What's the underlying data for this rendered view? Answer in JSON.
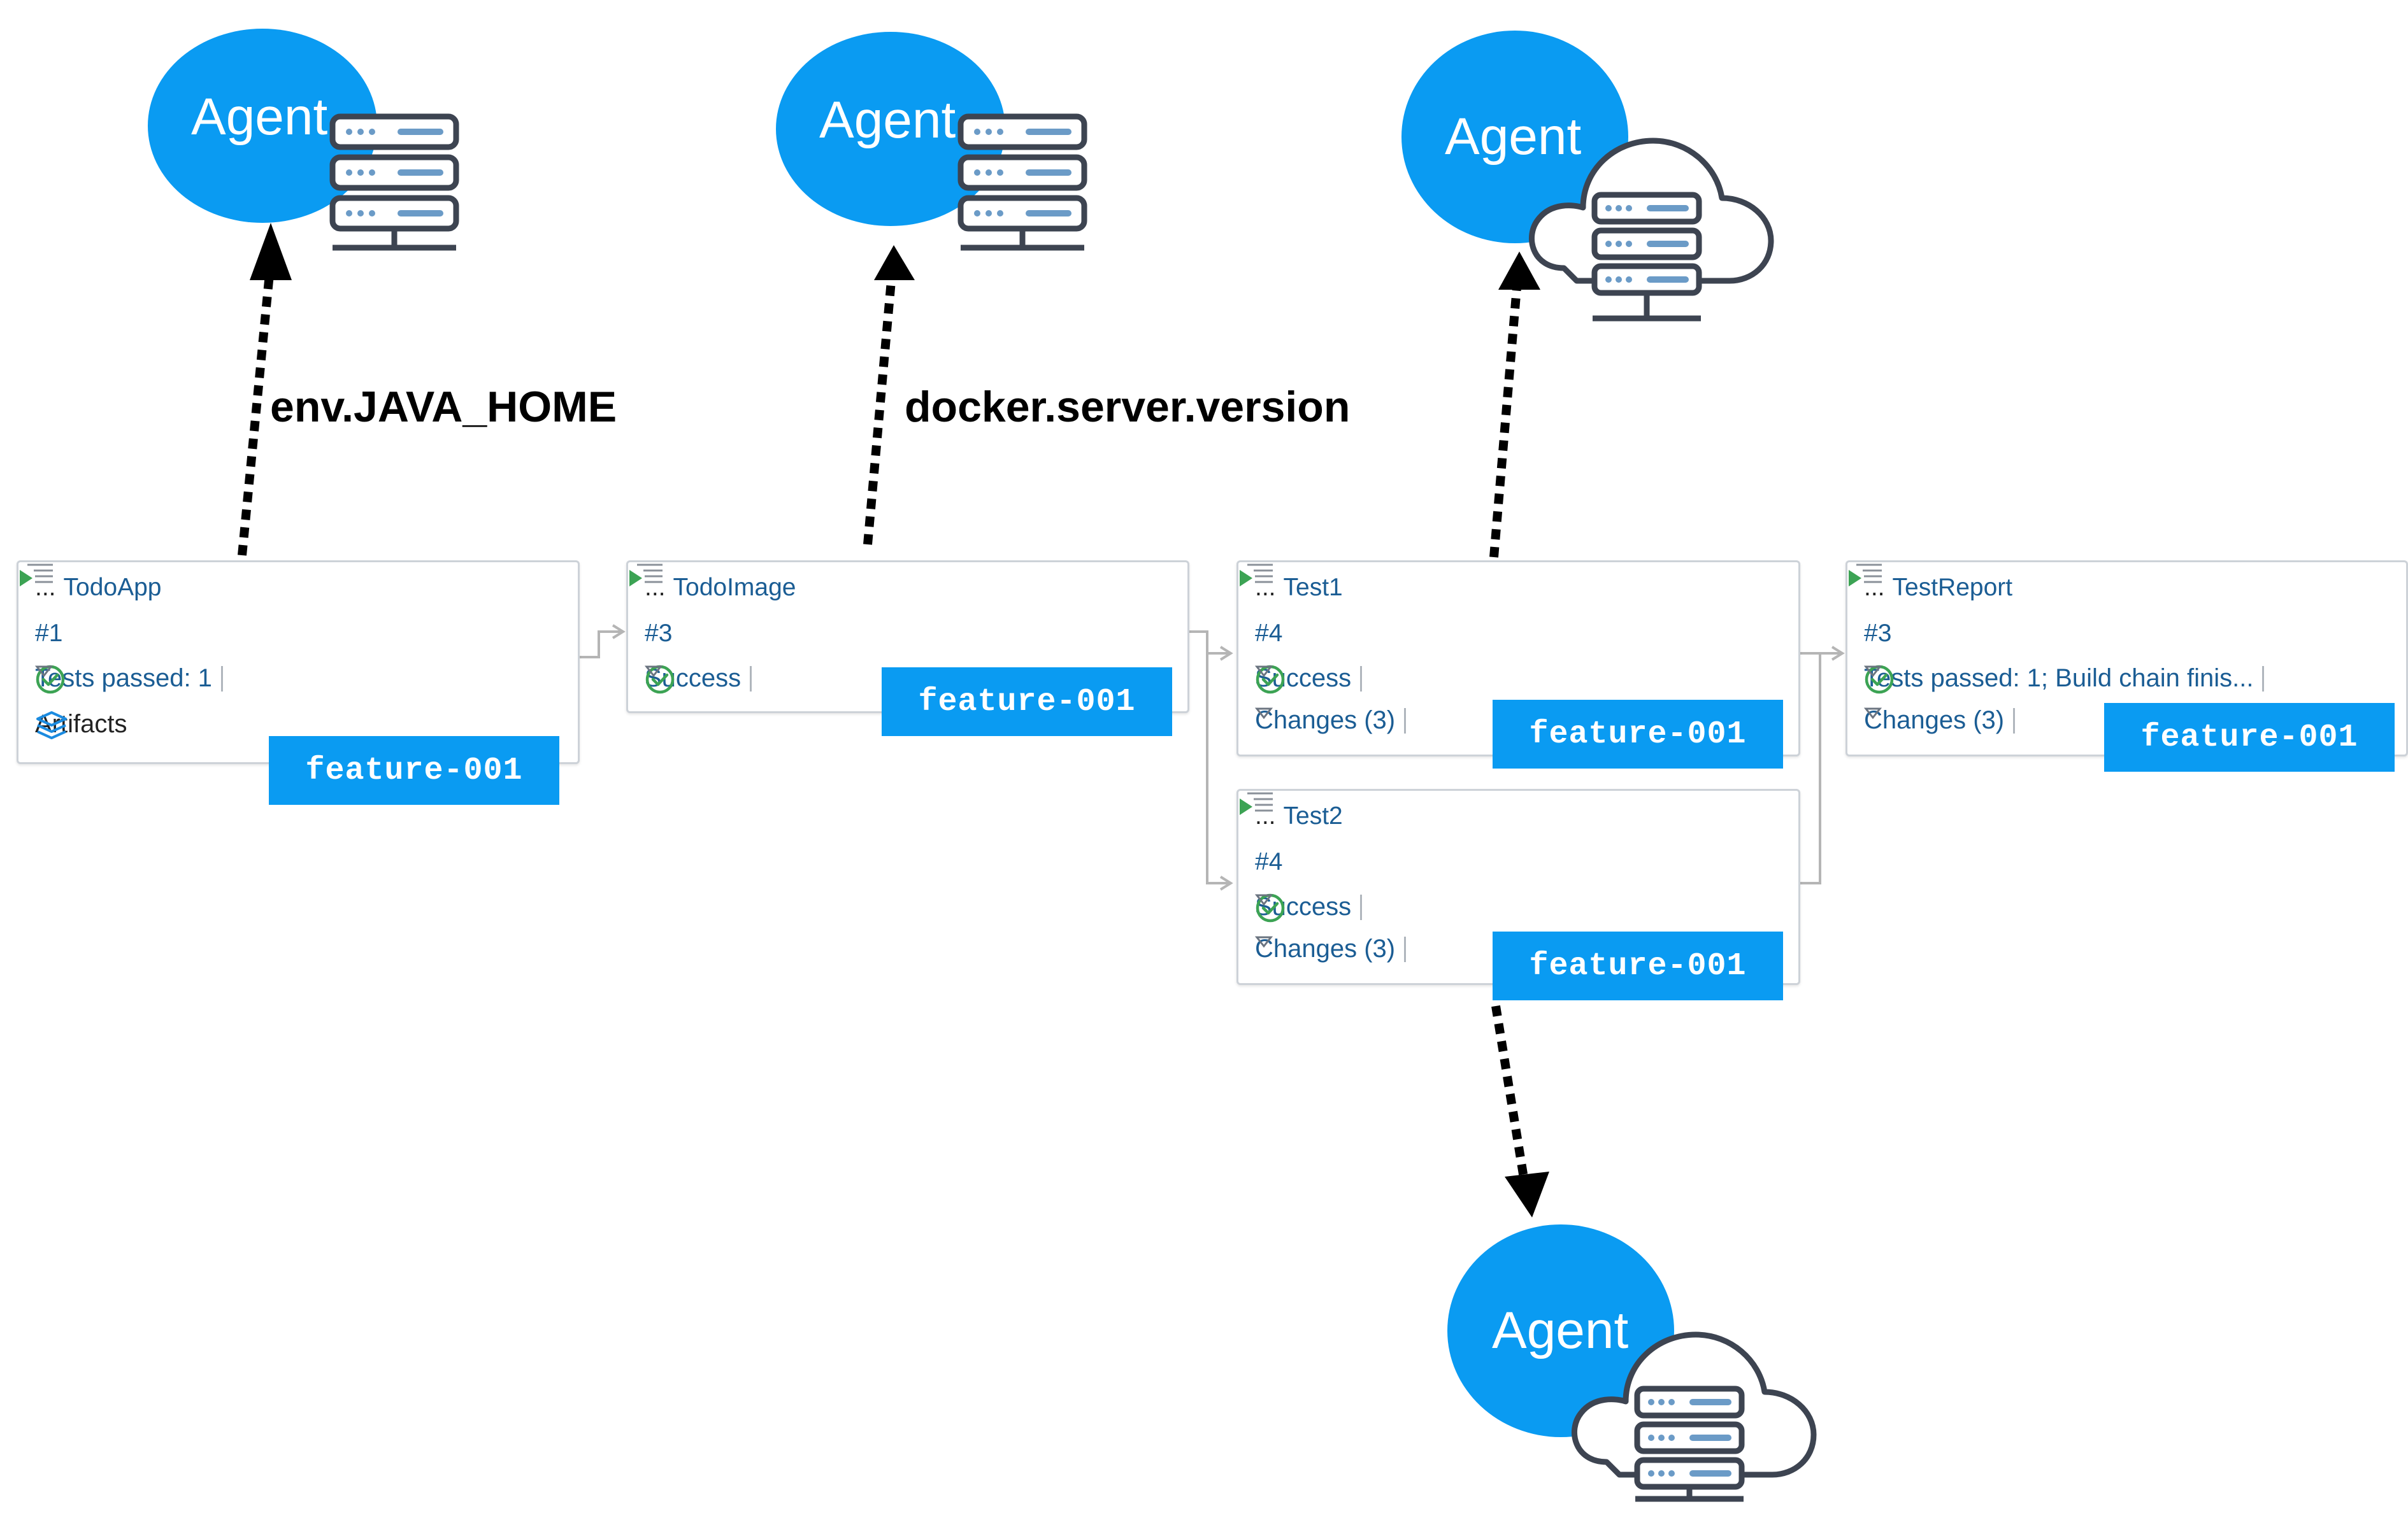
{
  "colors": {
    "agent_blue": "#0a9bf2",
    "branch_blue": "#0a9bf2",
    "link_blue": "#1b5d94",
    "success_green": "#3ca354",
    "card_border": "#cdd2d8",
    "connector_gray": "#b5b5b5",
    "arrow_black": "#000000"
  },
  "agents": [
    {
      "label": "Agent",
      "type": "server",
      "icon": "server-rack-icon"
    },
    {
      "label": "Agent",
      "type": "server",
      "icon": "server-rack-icon"
    },
    {
      "label": "Agent",
      "type": "cloud",
      "icon": "cloud-server-icon"
    },
    {
      "label": "Agent",
      "type": "cloud",
      "icon": "cloud-server-icon"
    }
  ],
  "arrow_labels": [
    "env.JAVA_HOME",
    "docker.server.version"
  ],
  "builds": [
    {
      "name": "TodoApp",
      "prefix": "...",
      "number": "#1",
      "status": "Tests passed: 1",
      "artifacts": "Artifacts",
      "branch": "feature-001"
    },
    {
      "name": "TodoImage",
      "prefix": "...",
      "number": "#3",
      "status": "Success",
      "branch": "feature-001"
    },
    {
      "name": "Test1",
      "prefix": "...",
      "number": "#4",
      "status": "Success",
      "changes": "Changes (3)",
      "branch": "feature-001"
    },
    {
      "name": "Test2",
      "prefix": "...",
      "number": "#4",
      "status": "Success",
      "changes": "Changes (3)",
      "branch": "feature-001"
    },
    {
      "name": "TestReport",
      "prefix": "...",
      "number": "#3",
      "status": "Tests passed: 1; Build chain finis...",
      "changes": "Changes (3)",
      "branch": "feature-001"
    }
  ]
}
